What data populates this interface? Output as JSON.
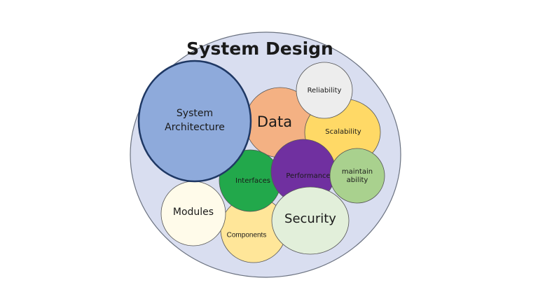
{
  "title": "System Design",
  "circles": {
    "system_architecture": {
      "label_line1": "System",
      "label_line2": "Architecture",
      "color": "#8eaadb",
      "stroke": "#1f3864"
    },
    "data": {
      "label": "Data",
      "color": "#f4b183"
    },
    "reliability": {
      "label": "Reliability",
      "color": "#ededed"
    },
    "scalability": {
      "label": "Scalability",
      "color": "#ffd966"
    },
    "interfaces": {
      "label": "Interfaces",
      "color": "#22a84b"
    },
    "performance": {
      "label": "Performance",
      "color": "#7030a0"
    },
    "maintainability": {
      "label_line1": "maintain",
      "label_line2": "ability",
      "color": "#a9d18e"
    },
    "modules": {
      "label": "Modules",
      "color": "#fffbea"
    },
    "components": {
      "label": "Components",
      "color": "#ffe699"
    },
    "security": {
      "label": "Security",
      "color": "#e2efda"
    }
  },
  "outer_color": "#d6dcf0"
}
